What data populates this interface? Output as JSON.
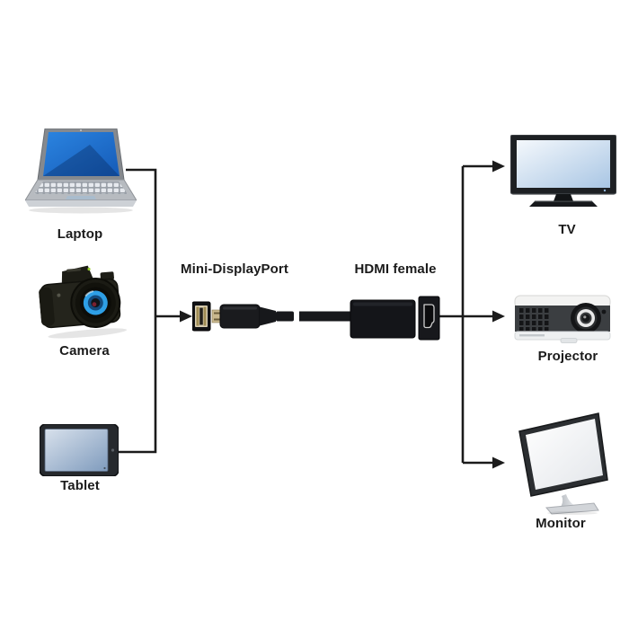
{
  "diagram": {
    "sources": [
      {
        "id": "laptop",
        "label": "Laptop"
      },
      {
        "id": "camera",
        "label": "Camera"
      },
      {
        "id": "tablet",
        "label": "Tablet"
      }
    ],
    "adapter": {
      "input_label": "Mini-DisplayPort",
      "output_label": "HDMI female"
    },
    "targets": [
      {
        "id": "tv",
        "label": "TV"
      },
      {
        "id": "projector",
        "label": "Projector"
      },
      {
        "id": "monitor",
        "label": "Monitor"
      }
    ],
    "colors": {
      "background": "#ffffff",
      "line": "#1b1b1b",
      "label_text": "#1b1b1b",
      "laptop_screen_blue": "#1e6fd2",
      "camera_lens_blue": "#2e9fe6",
      "screen_pale_blue": "#b9d2ea",
      "connector_gold": "#c9b88e",
      "device_black": "#17181b"
    }
  }
}
